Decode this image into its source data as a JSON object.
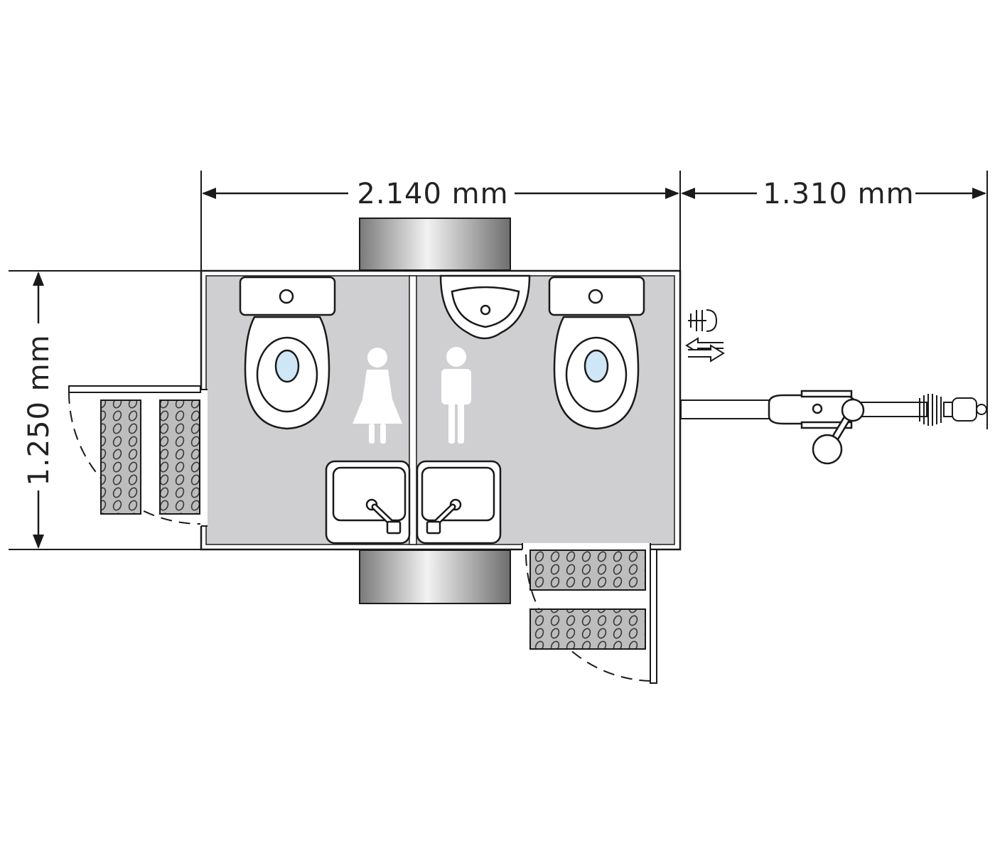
{
  "dimensions": {
    "width": "2.140 mm",
    "drawbar": "1.310 mm",
    "depth": "1.250 mm"
  },
  "compartments": [
    {
      "name": "women",
      "pictogram": "woman-icon"
    },
    {
      "name": "men",
      "pictogram": "man-icon"
    }
  ],
  "colors": {
    "floor": "#cfcfd1",
    "line": "#1a1a1a",
    "bowl_water": "#cfe6f7"
  }
}
